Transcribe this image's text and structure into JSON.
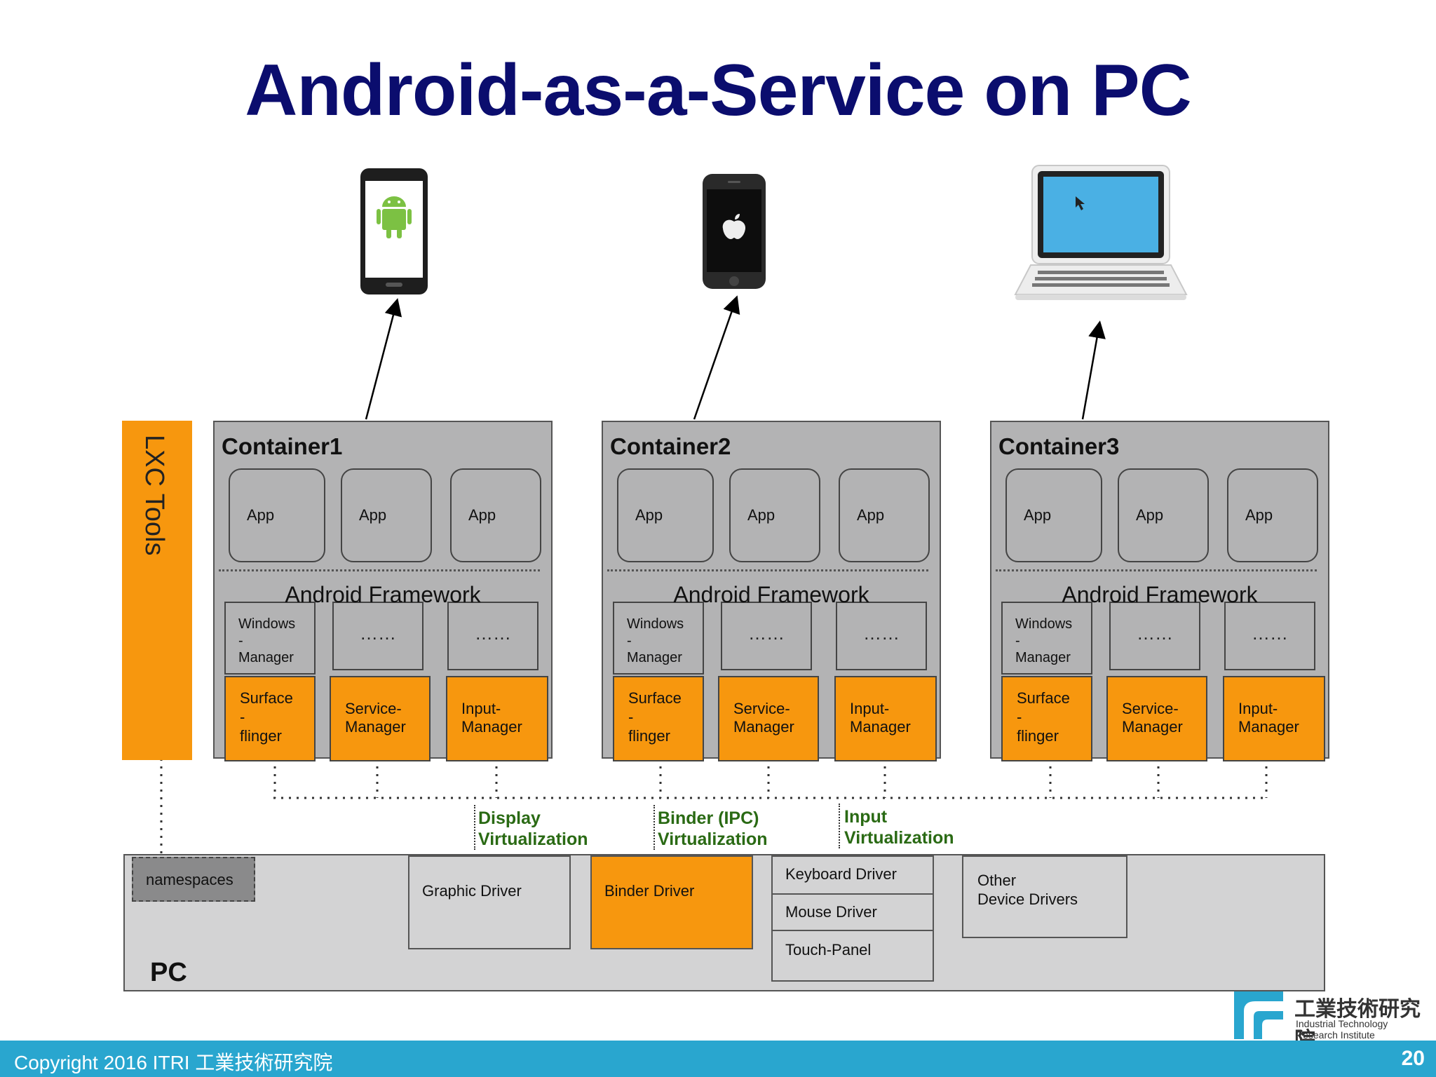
{
  "title": "Android-as-a-Service on PC",
  "lxc_tools": "LXC Tools",
  "containers": [
    {
      "name": "Container1",
      "apps": [
        "App",
        "App",
        "App"
      ],
      "framework": "Android Framework",
      "windows_manager": [
        "Windows",
        "-",
        "Manager"
      ],
      "placeholder_dots": "……",
      "surface_flinger": [
        "Surface",
        "-",
        "flinger"
      ],
      "service_manager": [
        "Service-",
        "Manager"
      ],
      "input_manager": [
        "Input-",
        "Manager"
      ]
    },
    {
      "name": "Container2",
      "apps": [
        "App",
        "App",
        "App"
      ],
      "framework": "Android Framework",
      "windows_manager": [
        "Windows",
        "-",
        "Manager"
      ],
      "placeholder_dots": "……",
      "surface_flinger": [
        "Surface",
        "-",
        "flinger"
      ],
      "service_manager": [
        "Service-",
        "Manager"
      ],
      "input_manager": [
        "Input-",
        "Manager"
      ]
    },
    {
      "name": "Container3",
      "apps": [
        "App",
        "App",
        "App"
      ],
      "framework": "Android Framework",
      "windows_manager": [
        "Windows",
        "-",
        "Manager"
      ],
      "placeholder_dots": "……",
      "surface_flinger": [
        "Surface",
        "-",
        "flinger"
      ],
      "service_manager": [
        "Service-",
        "Manager"
      ],
      "input_manager": [
        "Input-",
        "Manager"
      ]
    }
  ],
  "devices": [
    {
      "icon": "android-phone-icon"
    },
    {
      "icon": "iphone-icon"
    },
    {
      "icon": "laptop-icon"
    }
  ],
  "virtualization": {
    "display": [
      "Display",
      "Virtualization"
    ],
    "binder": [
      "Binder (IPC)",
      "Virtualization"
    ],
    "input": [
      "Input",
      "Virtualization"
    ]
  },
  "pc": {
    "label": "PC",
    "namespaces": "namespaces",
    "graphic_driver": "Graphic Driver",
    "binder_driver": "Binder Driver",
    "keyboard_driver": "Keyboard Driver",
    "mouse_driver": "Mouse Driver",
    "touch_panel": "Touch-Panel",
    "other_drivers": [
      "Other",
      "Device Drivers"
    ]
  },
  "logo": {
    "name_cn": "工業技術研究院",
    "name_en": [
      "Industrial Technology",
      "Research Institute"
    ]
  },
  "footer": {
    "copyright": "Copyright 2016 ITRI 工業技術研究院",
    "page_number": "20"
  },
  "colors": {
    "title": "#0b0d6e",
    "orange": "#f7970e",
    "container_gray": "#b3b3b4",
    "pc_gray": "#d3d3d4",
    "virt_green": "#2a6a14",
    "footer_blue": "#29a6cf"
  }
}
